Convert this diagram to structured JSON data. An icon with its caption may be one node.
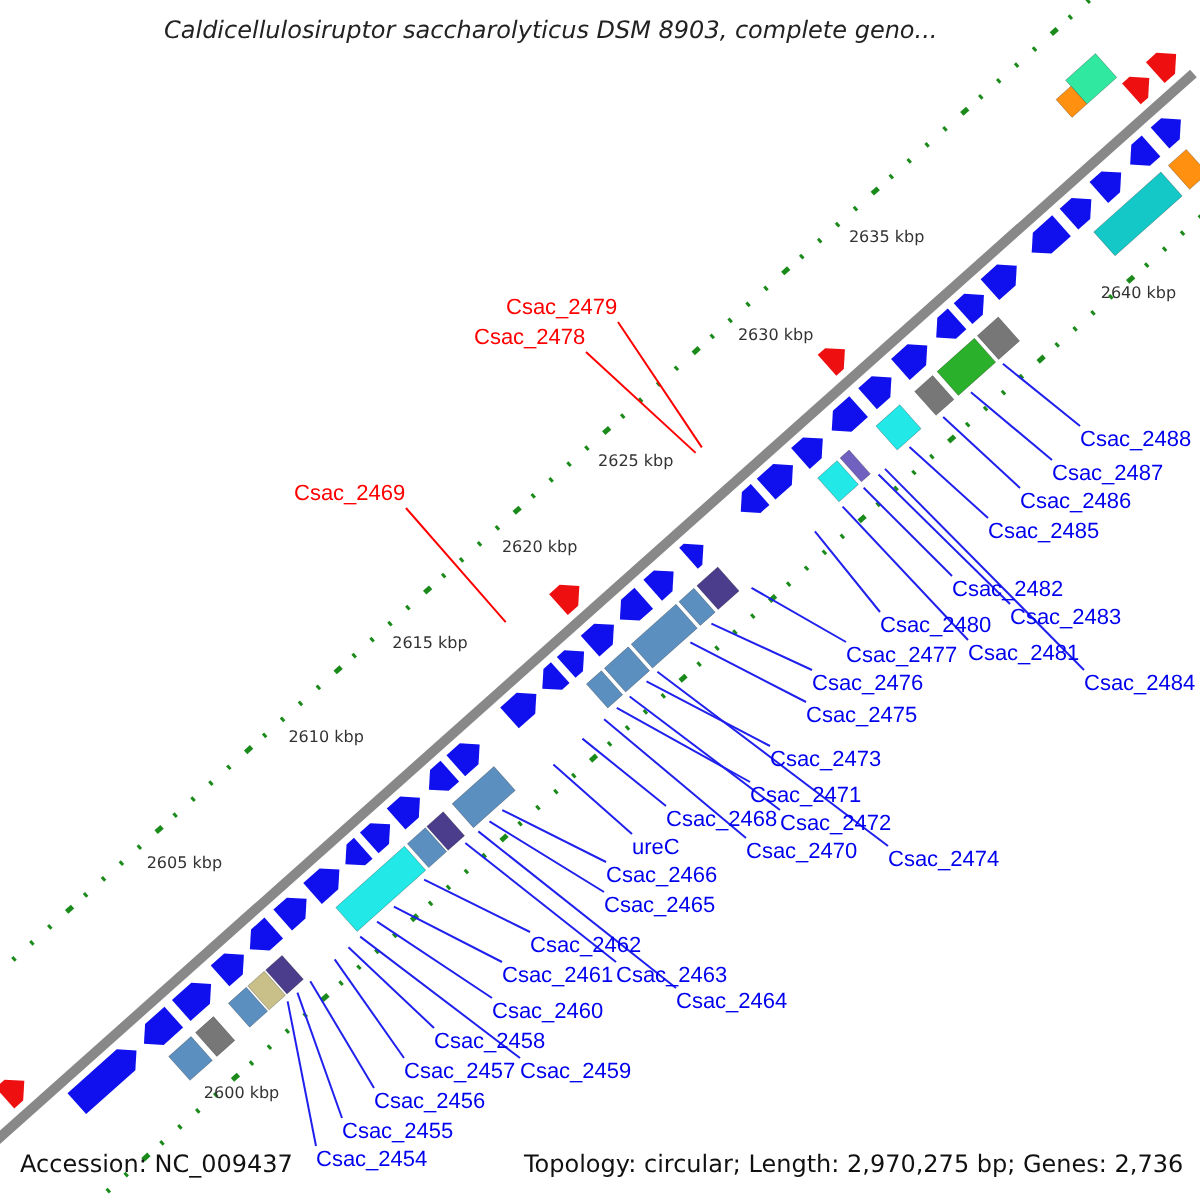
{
  "diagram": {
    "title": "Caldicellulosiruptor saccharolyticus DSM 8903, complete geno...",
    "nodes": [
      {
        "text": [
          "Csac_2479"
        ]
      },
      {
        "text": [
          "Csac_2478"
        ]
      },
      {
        "text": [
          "Csac_2469"
        ]
      },
      {
        "text": [
          "Csac_2488"
        ]
      },
      {
        "text": [
          "Csac_2487"
        ]
      },
      {
        "text": [
          "Csac_2486"
        ]
      },
      {
        "text": [
          "Csac_2485"
        ]
      },
      {
        "text": [
          "Csac_2482"
        ]
      },
      {
        "text": [
          "Csac_2483"
        ]
      },
      {
        "text": [
          "Csac_2480"
        ]
      },
      {
        "text": [
          "Csac_2481"
        ]
      },
      {
        "text": [
          "Csac_2477"
        ]
      },
      {
        "text": [
          "Csac_2484"
        ]
      },
      {
        "text": [
          "Csac_2476"
        ]
      },
      {
        "text": [
          "Csac_2475"
        ]
      },
      {
        "text": [
          "Csac_2473"
        ]
      },
      {
        "text": [
          "Csac_2471"
        ]
      },
      {
        "text": [
          "Csac_2468"
        ]
      },
      {
        "text": [
          "Csac_2472"
        ]
      },
      {
        "text": [
          "ureC"
        ]
      },
      {
        "text": [
          "Csac_2470"
        ]
      },
      {
        "text": [
          "Csac_2474"
        ]
      },
      {
        "text": [
          "Csac_2466"
        ]
      },
      {
        "text": [
          "Csac_2465"
        ]
      },
      {
        "text": [
          "Csac_2462"
        ]
      },
      {
        "text": [
          "Csac_2461"
        ]
      },
      {
        "text": [
          "Csac_2463"
        ]
      },
      {
        "text": [
          "Csac_2460"
        ]
      },
      {
        "text": [
          "Csac_2464"
        ]
      },
      {
        "text": [
          "Csac_2458"
        ]
      },
      {
        "text": [
          "Csac_2457"
        ]
      },
      {
        "text": [
          "Csac_2459"
        ]
      },
      {
        "text": [
          "Csac_2456"
        ]
      },
      {
        "text": [
          "Csac_2455"
        ]
      },
      {
        "text": [
          "Csac_2454"
        ]
      }
    ],
    "edges": [
      {
        "from": 0,
        "to": null,
        "arrow": "none",
        "color": "#ff0000"
      },
      {
        "from": 1,
        "to": null,
        "arrow": "none",
        "color": "#ff0000"
      },
      {
        "from": 2,
        "to": null,
        "arrow": "none",
        "color": "#ff0000"
      },
      {
        "from": 3,
        "to": null,
        "arrow": "none"
      },
      {
        "from": 4,
        "to": null,
        "arrow": "none"
      },
      {
        "from": 5,
        "to": null,
        "arrow": "none"
      },
      {
        "from": 6,
        "to": null,
        "arrow": "none"
      },
      {
        "from": 7,
        "to": null,
        "arrow": "none"
      },
      {
        "from": 8,
        "to": null,
        "arrow": "none"
      },
      {
        "from": 9,
        "to": null,
        "arrow": "none"
      },
      {
        "from": 10,
        "to": null,
        "arrow": "none"
      },
      {
        "from": 11,
        "to": null,
        "arrow": "none"
      },
      {
        "from": 12,
        "to": null,
        "arrow": "none"
      },
      {
        "from": 13,
        "to": null,
        "arrow": "none"
      },
      {
        "from": 14,
        "to": null,
        "arrow": "none"
      },
      {
        "from": 15,
        "to": null,
        "arrow": "none"
      },
      {
        "from": 16,
        "to": null,
        "arrow": "none"
      },
      {
        "from": 17,
        "to": null,
        "arrow": "none"
      },
      {
        "from": 18,
        "to": null,
        "arrow": "none"
      },
      {
        "from": 19,
        "to": null,
        "arrow": "none"
      },
      {
        "from": 20,
        "to": null,
        "arrow": "none"
      },
      {
        "from": 21,
        "to": null,
        "arrow": "none"
      },
      {
        "from": 22,
        "to": null,
        "arrow": "none"
      },
      {
        "from": 23,
        "to": null,
        "arrow": "none"
      },
      {
        "from": 24,
        "to": null,
        "arrow": "none"
      },
      {
        "from": 25,
        "to": null,
        "arrow": "none"
      },
      {
        "from": 26,
        "to": null,
        "arrow": "none"
      },
      {
        "from": 27,
        "to": null,
        "arrow": "none"
      },
      {
        "from": 28,
        "to": null,
        "arrow": "none"
      },
      {
        "from": 29,
        "to": null,
        "arrow": "none"
      },
      {
        "from": 30,
        "to": null,
        "arrow": "none"
      },
      {
        "from": 31,
        "to": null,
        "arrow": "none"
      },
      {
        "from": 32,
        "to": null,
        "arrow": "none"
      },
      {
        "from": 33,
        "to": null,
        "arrow": "none"
      },
      {
        "from": 34,
        "to": null,
        "arrow": "none"
      }
    ],
    "labels": [
      "2640 kbp",
      "2635 kbp",
      "2630 kbp",
      "2625 kbp",
      "2620 kbp",
      "2615 kbp",
      "2610 kbp",
      "2605 kbp",
      "2600 kbp",
      "Accession: NC_009437",
      "Topology: circular; Length: 2,970,275 bp; Genes: 2,736"
    ]
  }
}
